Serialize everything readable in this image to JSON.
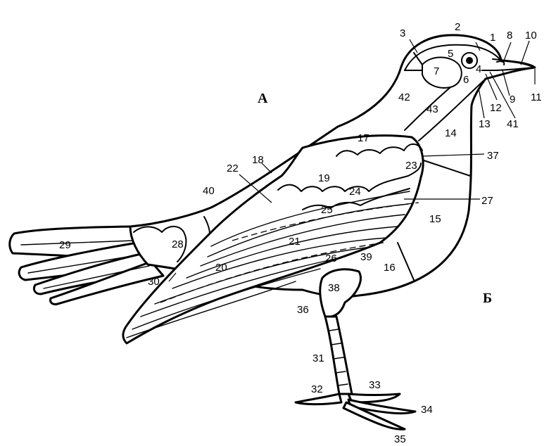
{
  "figure": {
    "panel_labels": [
      "А",
      "Б"
    ],
    "part_numbers": [
      "1",
      "2",
      "3",
      "4",
      "5",
      "6",
      "7",
      "8",
      "9",
      "10",
      "11",
      "12",
      "13",
      "14",
      "15",
      "16",
      "17",
      "18",
      "19",
      "20",
      "21",
      "22",
      "23",
      "24",
      "25",
      "26",
      "27",
      "28",
      "29",
      "30",
      "31",
      "32",
      "33",
      "34",
      "35",
      "36",
      "37",
      "38",
      "39",
      "40",
      "41",
      "42",
      "43"
    ]
  }
}
